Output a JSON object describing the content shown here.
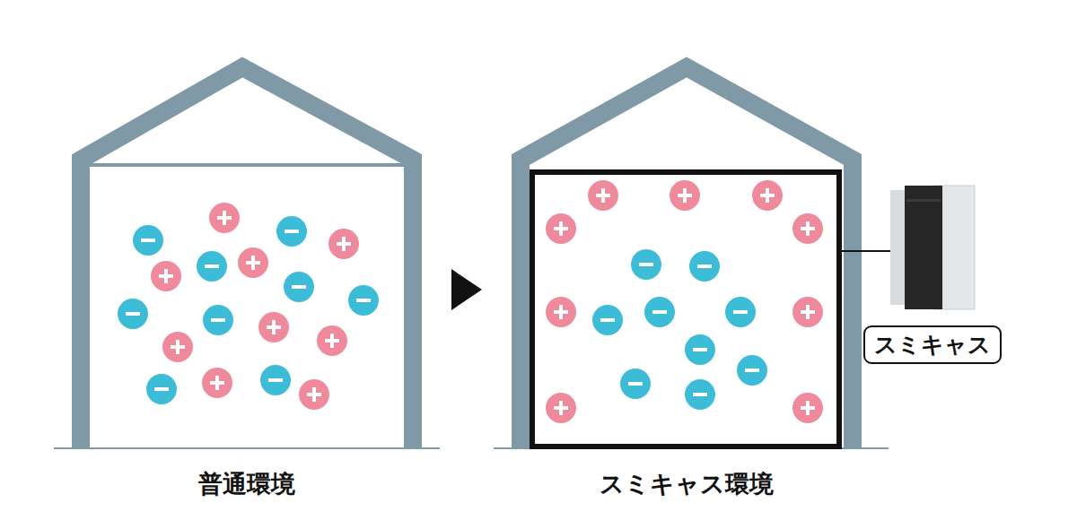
{
  "diagram": {
    "nodes": [
      {
        "text": [
          "普通環境"
        ]
      },
      {
        "text": [
          "スミキャス環境"
        ]
      },
      {
        "text": [
          "スミキャス"
        ]
      }
    ],
    "edges": [
      {
        "from": 1,
        "to": 2,
        "arrow": "none"
      }
    ]
  }
}
